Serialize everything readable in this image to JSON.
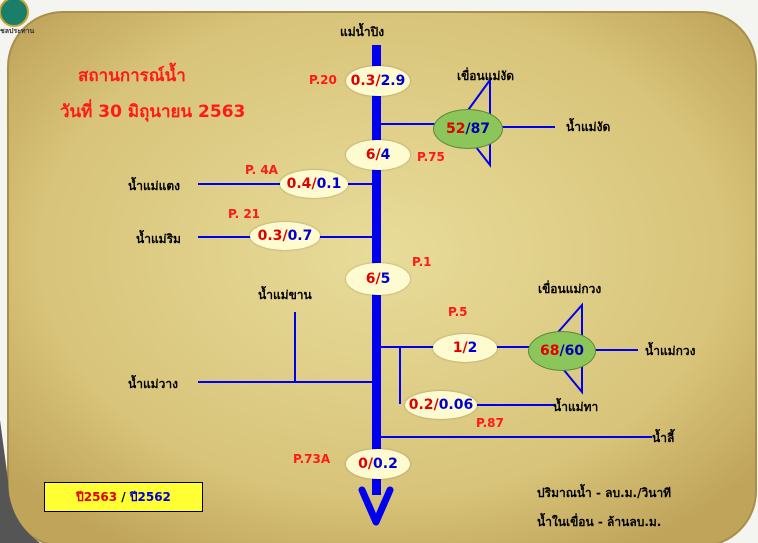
{
  "logo_text": "ชลประทาน",
  "title": "สถานการณ์น้ำ",
  "date": "วันที่ 30 มิถุนายน 2563",
  "main_river": "แม่น้ำปิง",
  "sep": "/",
  "stations": {
    "p20": {
      "code": "P.20",
      "y2563": "0.3",
      "y2562": "2.9"
    },
    "p75": {
      "code": "P.75",
      "y2563": "6",
      "y2562": "4"
    },
    "p4a": {
      "code": "P. 4A",
      "y2563": "0.4",
      "y2562": "0.1"
    },
    "p21": {
      "code": "P. 21",
      "y2563": "0.3",
      "y2562": "0.7"
    },
    "p1": {
      "code": "P.1",
      "y2563": "6",
      "y2562": "5"
    },
    "p5": {
      "code": "P.5",
      "y2563": "1",
      "y2562": "2"
    },
    "p87": {
      "code": "P.87",
      "y2563": "0.2",
      "y2562": "0.06"
    },
    "p73a": {
      "code": "P.73A",
      "y2563": "0",
      "y2562": "0.2"
    }
  },
  "dams": {
    "maengad": {
      "name": "เขื่อนแม่งัด",
      "y2563": "52",
      "y2562": "87"
    },
    "maekuang": {
      "name": "เขื่อนแม่กวง",
      "y2563": "68",
      "y2562": "60"
    }
  },
  "rivers": {
    "maengad": "น้ำแม่งัด",
    "maetaeng": "น้ำแม่แตง",
    "maerim": "น้ำแม่ริม",
    "maekhan": "น้ำแม่ขาน",
    "maewang": "น้ำแม่วาง",
    "maekuang": "น้ำแม่กวง",
    "maetha": "น้ำแม่ทา",
    "maeli": "น้ำลี้"
  },
  "legend": {
    "current": "ปี2563",
    "previous": "ปี2562"
  },
  "units": {
    "flow": "ปริมาณน้ำ - ลบ.ม./วินาที",
    "storage": "น้ำในเขื่อน - ล้านลบ.ม."
  },
  "colors": {
    "current_year": "#e00000",
    "previous_year": "#0000cc",
    "river": "#0000ee",
    "dam_fill": "#8cc65a",
    "background": "#d8c47a"
  }
}
